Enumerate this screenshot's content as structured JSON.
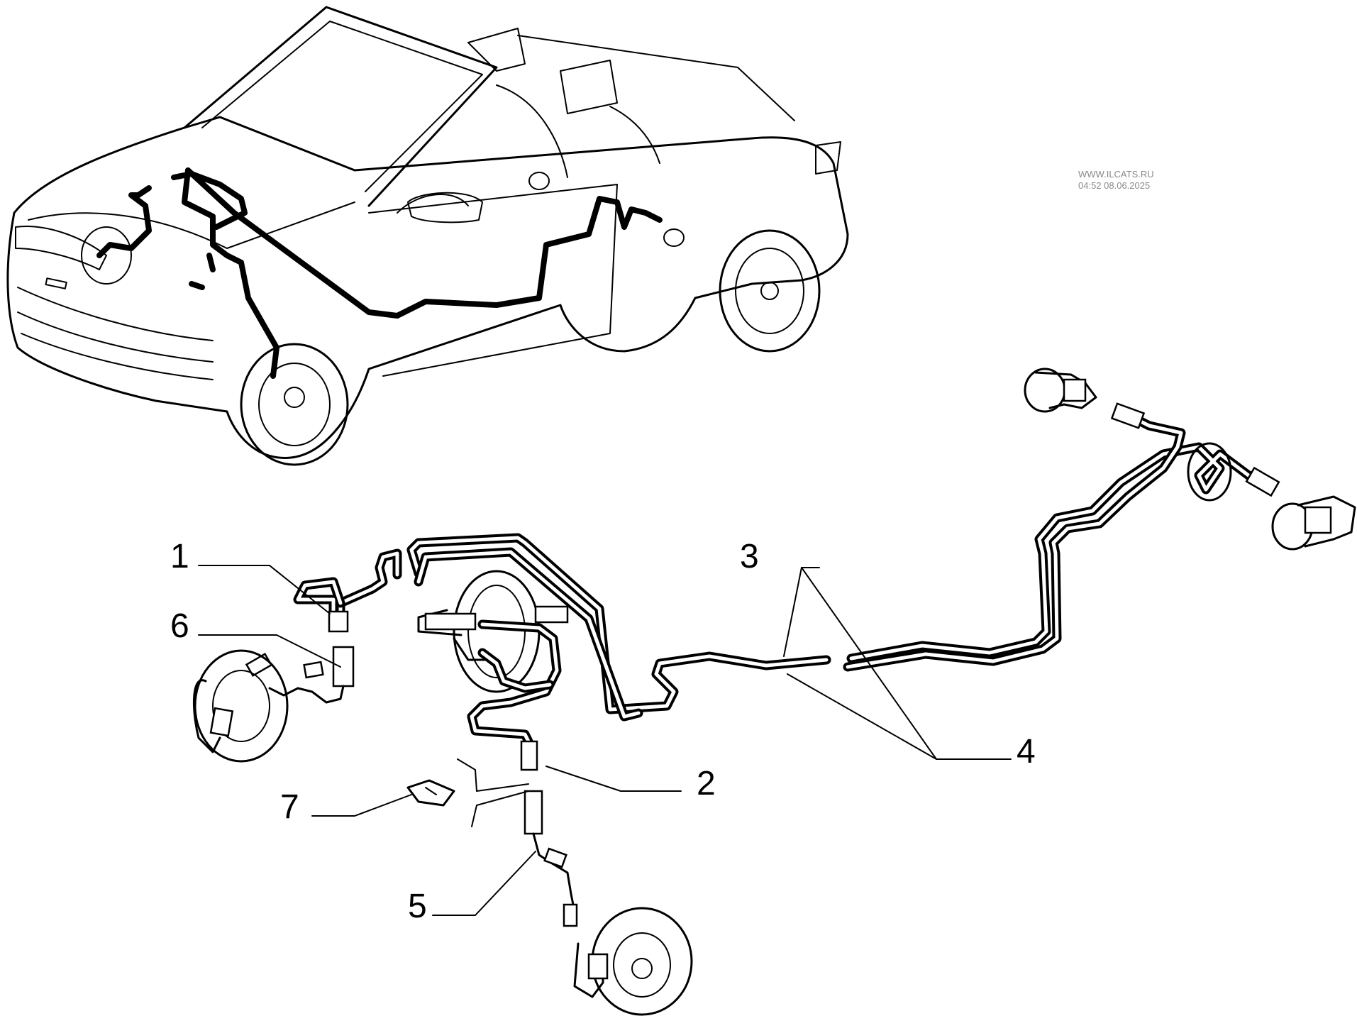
{
  "watermark": {
    "site": "WWW.ILCATS.RU",
    "timestamp": "04:52 08.06.2025"
  },
  "callouts": [
    {
      "id": "1",
      "label": "1"
    },
    {
      "id": "2",
      "label": "2"
    },
    {
      "id": "3",
      "label": "3"
    },
    {
      "id": "4",
      "label": "4"
    },
    {
      "id": "5",
      "label": "5"
    },
    {
      "id": "6",
      "label": "6"
    },
    {
      "id": "7",
      "label": "7"
    }
  ],
  "icons": {
    "vehicle": "convertible-car-outline",
    "front_left_brake": "brake-disc-caliper",
    "front_right_brake": "brake-disc-caliper",
    "rear_left_brake": "rear-brake-cylinder",
    "rear_right_brake": "rear-brake-cylinder",
    "master_cylinder": "brake-servo-master-cylinder"
  },
  "colors": {
    "line": "#000000",
    "background": "#ffffff",
    "watermark": "#8a8a8a"
  }
}
